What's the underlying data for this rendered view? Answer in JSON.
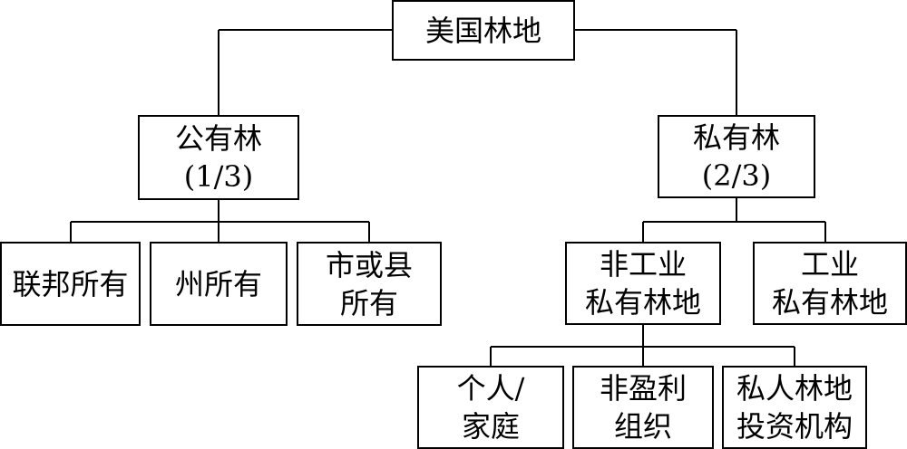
{
  "root": {
    "label": "美国林地"
  },
  "public": {
    "label": "公有林",
    "share": "(1/3)"
  },
  "private": {
    "label": "私有林",
    "share": "(2/3)"
  },
  "public_children": [
    {
      "lines": [
        "联邦所有"
      ]
    },
    {
      "lines": [
        "州所有"
      ]
    },
    {
      "lines": [
        "市或县",
        "所有"
      ]
    }
  ],
  "private_children": [
    {
      "lines": [
        "非工业",
        "私有林地"
      ]
    },
    {
      "lines": [
        "工业",
        "私有林地"
      ]
    }
  ],
  "nonindustrial_children": [
    {
      "lines": [
        "个人/",
        "家庭"
      ]
    },
    {
      "lines": [
        "非盈利",
        "组织"
      ]
    },
    {
      "lines": [
        "私人林地",
        "投资机构"
      ]
    }
  ]
}
